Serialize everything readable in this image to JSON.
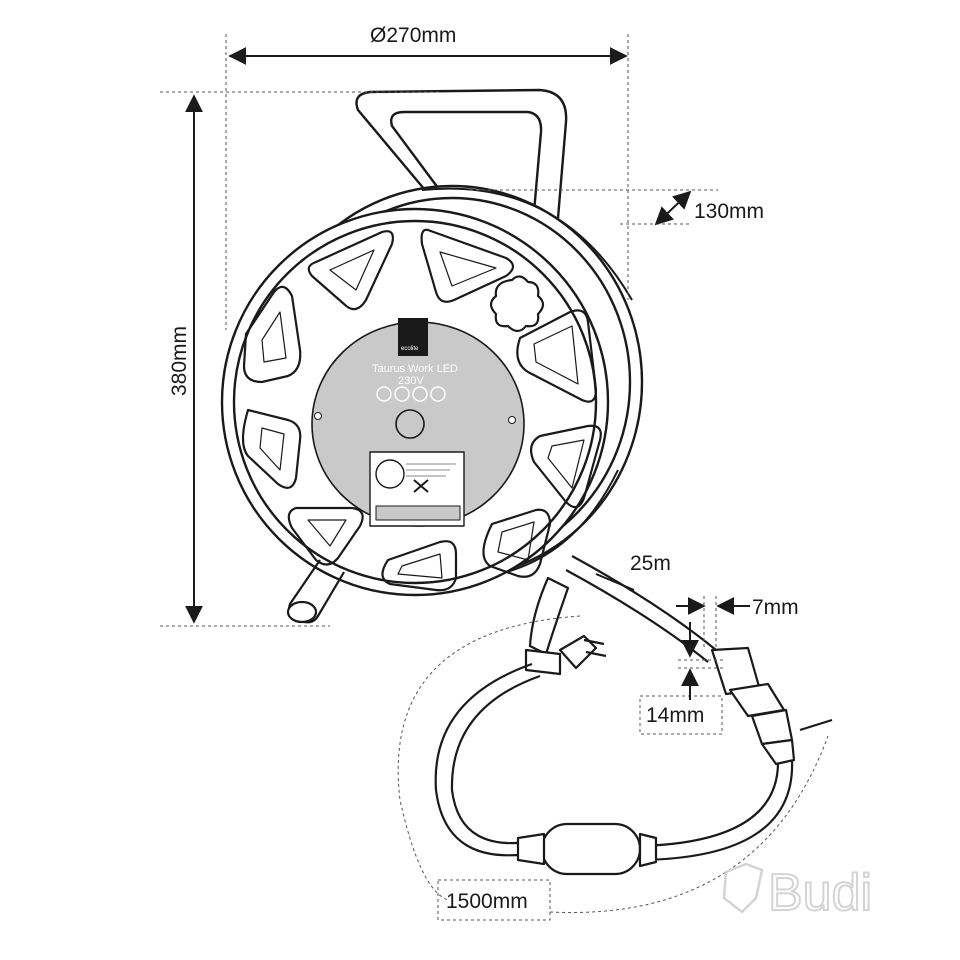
{
  "dimensions": {
    "diameter": "Ø270mm",
    "height": "380mm",
    "width": "130mm",
    "cable_length": "25m",
    "cable_thickness": "7mm",
    "cable_width": "14mm",
    "connector_lead": "1500mm"
  },
  "reel_label": {
    "brand": "ecolite",
    "model": "Taurus Work LED",
    "voltage": "230V"
  },
  "watermark": "Budi",
  "colors": {
    "line": "#1a1a1a",
    "hub_gray": "#c9c9c9",
    "dim_dashed": "#555555"
  }
}
